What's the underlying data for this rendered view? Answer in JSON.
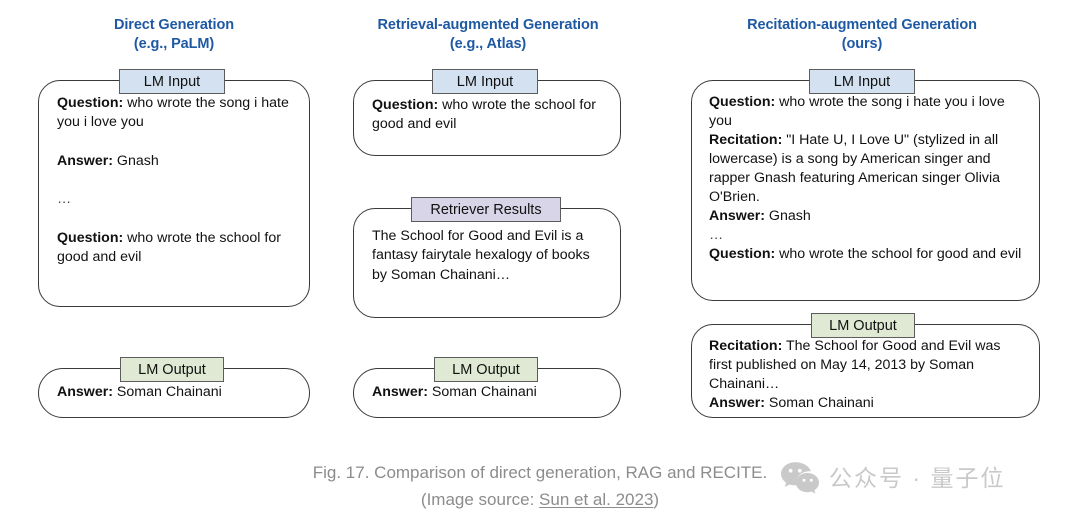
{
  "figure": {
    "caption_line1": "Fig. 17. Comparison of direct generation, RAG and RECITE.",
    "caption_line2_prefix": "(Image source: ",
    "caption_source": "Sun et al. 2023",
    "caption_line2_suffix": ")"
  },
  "colors": {
    "title_blue": "#1f59a3",
    "chip_blue": "#d3e1f0",
    "chip_green": "#dfe9d3",
    "chip_purple": "#d9d5e8",
    "box_border": "#3a3a3a",
    "caption_gray": "#8c8c8c",
    "watermark_gray": "#c9c9c9"
  },
  "columns": [
    {
      "title_line1": "Direct Generation",
      "title_line2": "(e.g., PaLM)",
      "input_chip": "LM Input",
      "output_chip": "LM Output",
      "input": {
        "q1_label": "Question:",
        "q1_text": " who wrote the song i hate you i love you",
        "a1_label": "Answer:",
        "a1_text": " Gnash",
        "ellipsis": "…",
        "q2_label": "Question:",
        "q2_text": " who wrote the school for good and evil"
      },
      "output": {
        "a_label": "Answer:",
        "a_text": " Soman Chainani"
      }
    },
    {
      "title_line1": "Retrieval-augmented Generation",
      "title_line2": "(e.g., Atlas)",
      "input_chip": "LM Input",
      "retriever_chip": "Retriever Results",
      "output_chip": "LM Output",
      "input": {
        "q_label": "Question:",
        "q_text": " who wrote the school for good and evil"
      },
      "retriever": {
        "text": "The School for Good and Evil is a fantasy fairytale hexalogy of books by Soman Chainani…"
      },
      "output": {
        "a_label": "Answer:",
        "a_text": " Soman Chainani"
      }
    },
    {
      "title_line1": "Recitation-augmented Generation",
      "title_line2": "(ours)",
      "input_chip": "LM Input",
      "output_chip": "LM Output",
      "input": {
        "q1_label": "Question:",
        "q1_text": " who wrote the song i hate you i love you",
        "rec_label": "Recitation:",
        "rec_text": " \"I Hate U, I Love U\" (stylized in all lowercase) is a song by American singer and rapper Gnash featuring American singer Olivia O'Brien.",
        "a1_label": "Answer:",
        "a1_text": " Gnash",
        "ellipsis": "…",
        "q2_label": "Question:",
        "q2_text": " who wrote the school for good and evil"
      },
      "output": {
        "rec_label": "Recitation:",
        "rec_text": " The School for Good and Evil was first published on May 14, 2013 by Soman Chainani…",
        "a_label": "Answer:",
        "a_text": " Soman Chainani"
      }
    }
  ],
  "watermark": {
    "logo": "wechat-icon",
    "text": "公众号 · 量子位"
  }
}
